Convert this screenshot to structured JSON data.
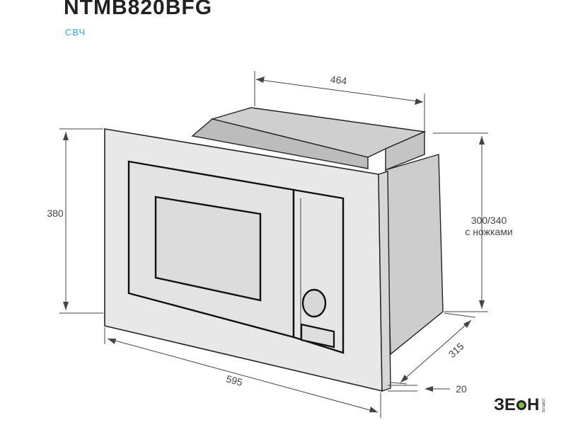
{
  "header": {
    "model": "NTMB820BFG",
    "category": "СВЧ"
  },
  "dimensions": {
    "width_top": "464",
    "height_front": "380",
    "height_body_line1": "300/340",
    "height_body_line2": "с ножками",
    "depth": "315",
    "width_front": "595",
    "frame_offset": "20"
  },
  "logo": {
    "text_left": "ЗЕ",
    "text_right": "Н",
    "small": ".com.ru",
    "accent_color": "#7cc043"
  },
  "colors": {
    "subtitle": "#2fa8df",
    "frame": "#e6e6e6",
    "body": "#d3d3d3",
    "stroke": "#222222"
  }
}
